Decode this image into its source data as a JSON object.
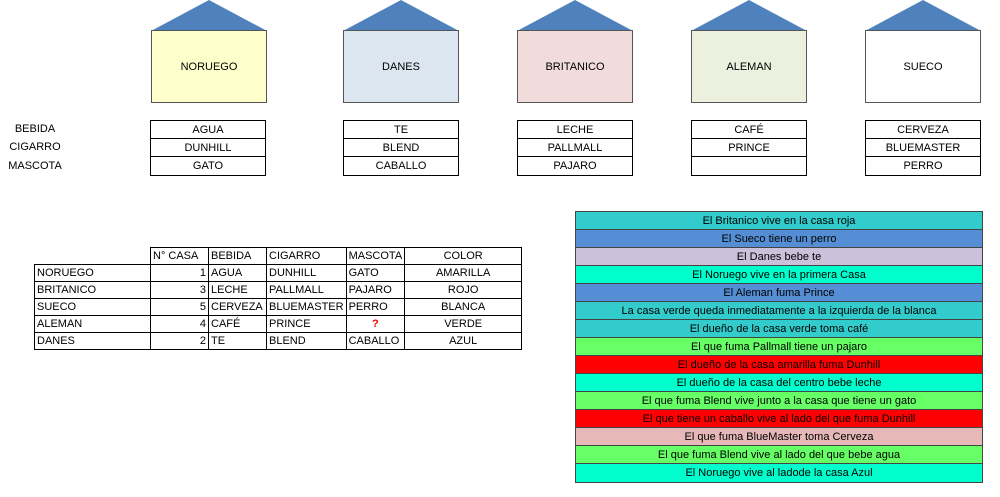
{
  "houses": [
    {
      "name": "NORUEGO",
      "color": "#ffffcc",
      "bebida": "AGUA",
      "cigarro": "DUNHILL",
      "mascota": "GATO"
    },
    {
      "name": "DANES",
      "color": "#dce6f1",
      "bebida": "TE",
      "cigarro": "BLEND",
      "mascota": "CABALLO"
    },
    {
      "name": "BRITANICO",
      "color": "#f2dcdb",
      "bebida": "LECHE",
      "cigarro": "PALLMALL",
      "mascota": "PAJARO"
    },
    {
      "name": "ALEMAN",
      "color": "#ebf1de",
      "bebida": "CAFÉ",
      "cigarro": "PRINCE",
      "mascota": ""
    },
    {
      "name": "SUECO",
      "color": "#ffffff",
      "bebida": "CERVEZA",
      "cigarro": "BLUEMASTER",
      "mascota": "PERRO"
    }
  ],
  "roof_color": "#4f81bd",
  "row_labels": {
    "bebida": "BEBIDA",
    "cigarro": "CIGARRO",
    "mascota": "MASCOTA"
  },
  "table": {
    "headers": [
      "N° CASA",
      "BEBIDA",
      "CIGARRO",
      "MASCOTA",
      "COLOR"
    ],
    "rows": [
      {
        "name": "NORUEGO",
        "casa": "1",
        "bebida": "AGUA",
        "cigarro": "DUNHILL",
        "mascota": "GATO",
        "color": "AMARILLA"
      },
      {
        "name": "BRITANICO",
        "casa": "3",
        "bebida": "LECHE",
        "cigarro": "PALLMALL",
        "mascota": "PAJARO",
        "color": "ROJO"
      },
      {
        "name": "SUECO",
        "casa": "5",
        "bebida": "CERVEZA",
        "cigarro": "BLUEMASTER",
        "mascota": "PERRO",
        "color": "BLANCA"
      },
      {
        "name": "ALEMAN",
        "casa": "4",
        "bebida": "CAFÉ",
        "cigarro": "PRINCE",
        "mascota": "?",
        "color": "VERDE"
      },
      {
        "name": "DANES",
        "casa": "2",
        "bebida": "TE",
        "cigarro": "BLEND",
        "mascota": "CABALLO",
        "color": "AZUL"
      }
    ]
  },
  "clues": [
    {
      "text": "El Britanico vive en la casa roja",
      "bg": "#33cccc"
    },
    {
      "text": "El Sueco tiene un perro",
      "bg": "#558ed5"
    },
    {
      "text": "El Danes bebe te",
      "bg": "#ccc0da"
    },
    {
      "text": "El Noruego vive en la primera Casa",
      "bg": "#00ffcc"
    },
    {
      "text": "El Aleman fuma Prince",
      "bg": "#558ed5"
    },
    {
      "text": "La casa verde queda inmediatamente a la izquierda de la blanca",
      "bg": "#33cccc"
    },
    {
      "text": "El dueño de la casa verde toma café",
      "bg": "#33cccc"
    },
    {
      "text": "El que fuma Pallmall tiene un pajaro",
      "bg": "#66ff66"
    },
    {
      "text": "El dueño de la casa amarilla fuma Dunhill",
      "bg": "#ff0000"
    },
    {
      "text": "El dueño de la casa del centro bebe leche",
      "bg": "#00ffcc"
    },
    {
      "text": "El que fuma Blend vive junto a la casa que tiene un gato",
      "bg": "#66ff66"
    },
    {
      "text": "El que tiene un caballo vive al lado del que fuma Dunhill",
      "bg": "#ff0000"
    },
    {
      "text": "El que fuma BlueMaster toma Cerveza",
      "bg": "#e6b9b8"
    },
    {
      "text": "El que fuma Blend vive al lado del que bebe agua",
      "bg": "#66ff66"
    },
    {
      "text": "El Noruego vive al ladode la casa Azul",
      "bg": "#00ffcc"
    }
  ]
}
